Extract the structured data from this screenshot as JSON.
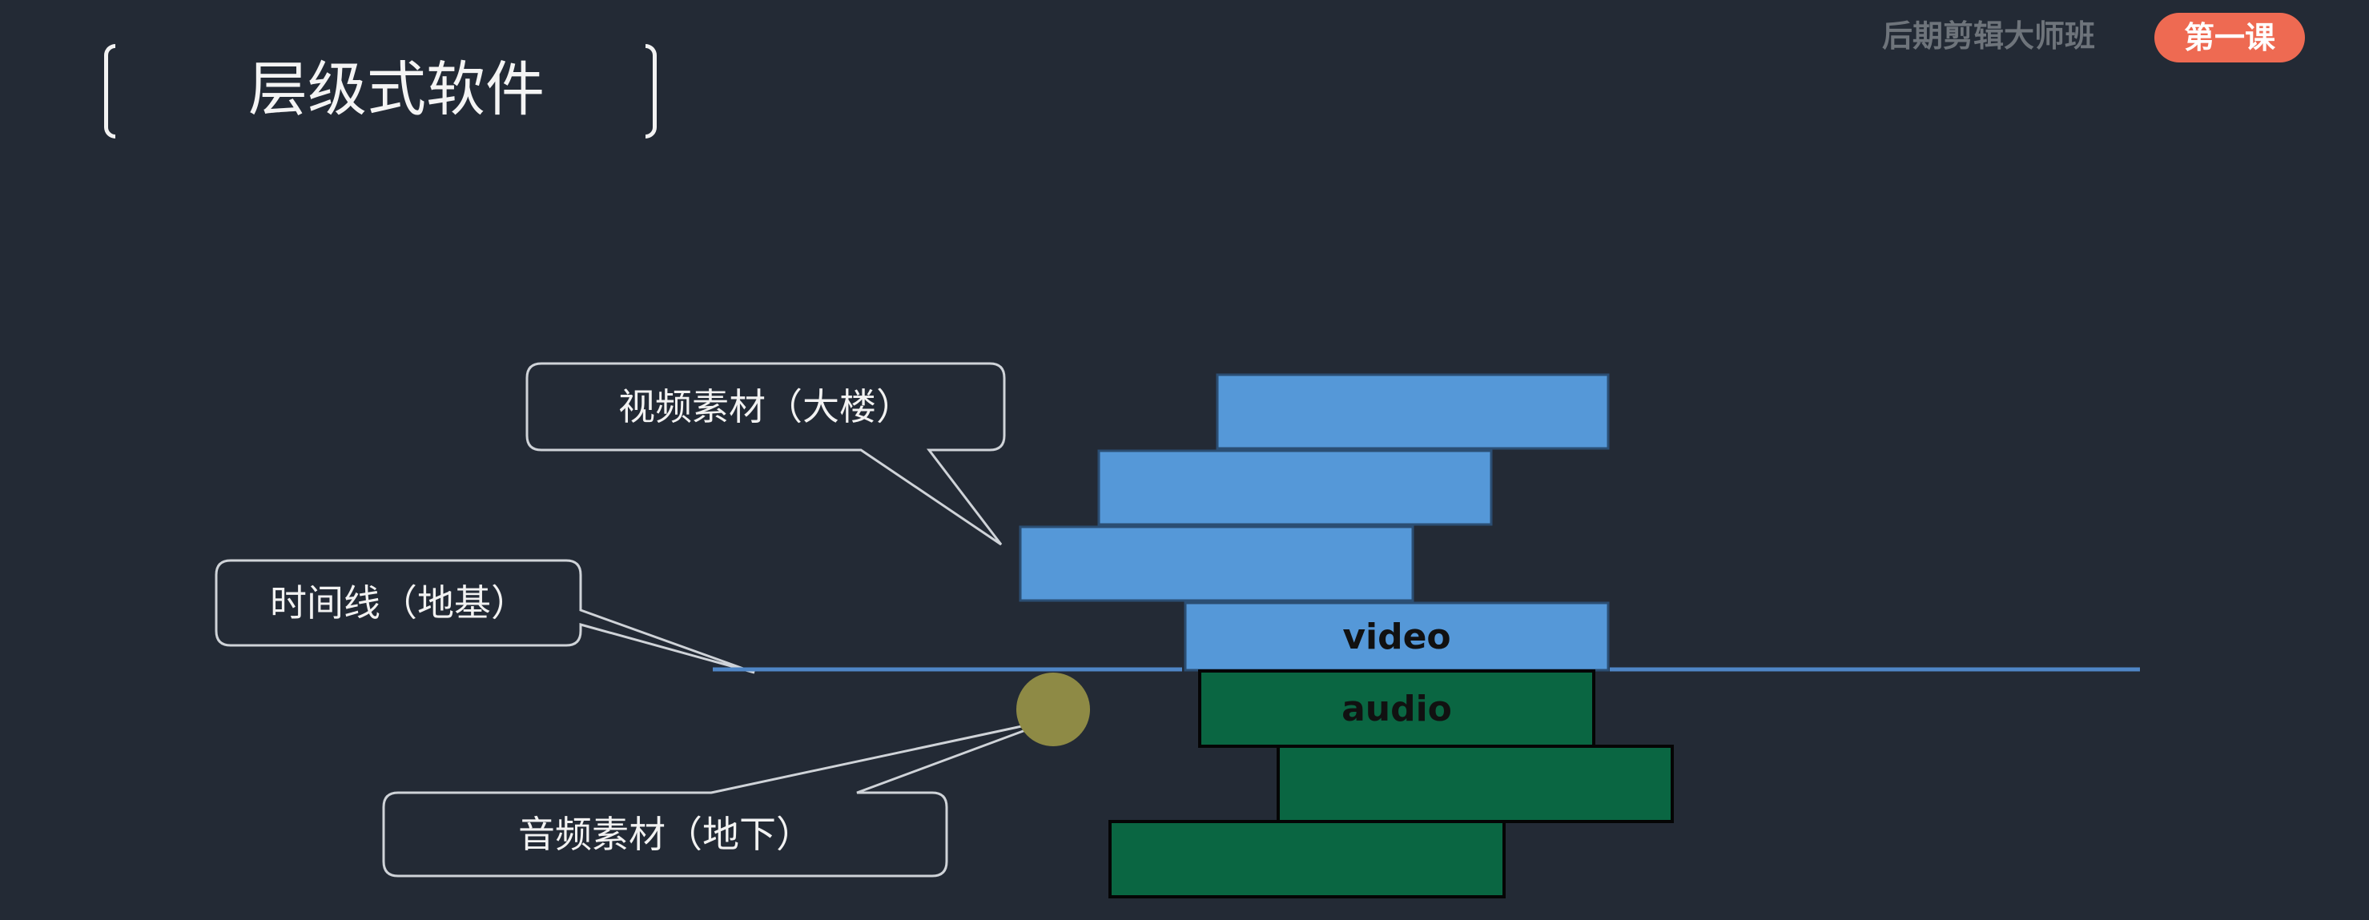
{
  "header": {
    "title": "层级式软件",
    "course_name": "后期剪辑大师班",
    "lesson_badge": "第一课"
  },
  "diagram": {
    "callouts": {
      "video_material": "视频素材（大楼）",
      "timeline": "时间线（地基）",
      "audio_material": "音频素材（地下）"
    },
    "labels": {
      "video": "video",
      "audio": "audio"
    },
    "colors": {
      "video_block": "#5598d8",
      "audio_block": "#0a6642",
      "timeline": "#4f86c6",
      "marker": "#8e8a45",
      "background": "#232a35"
    }
  }
}
